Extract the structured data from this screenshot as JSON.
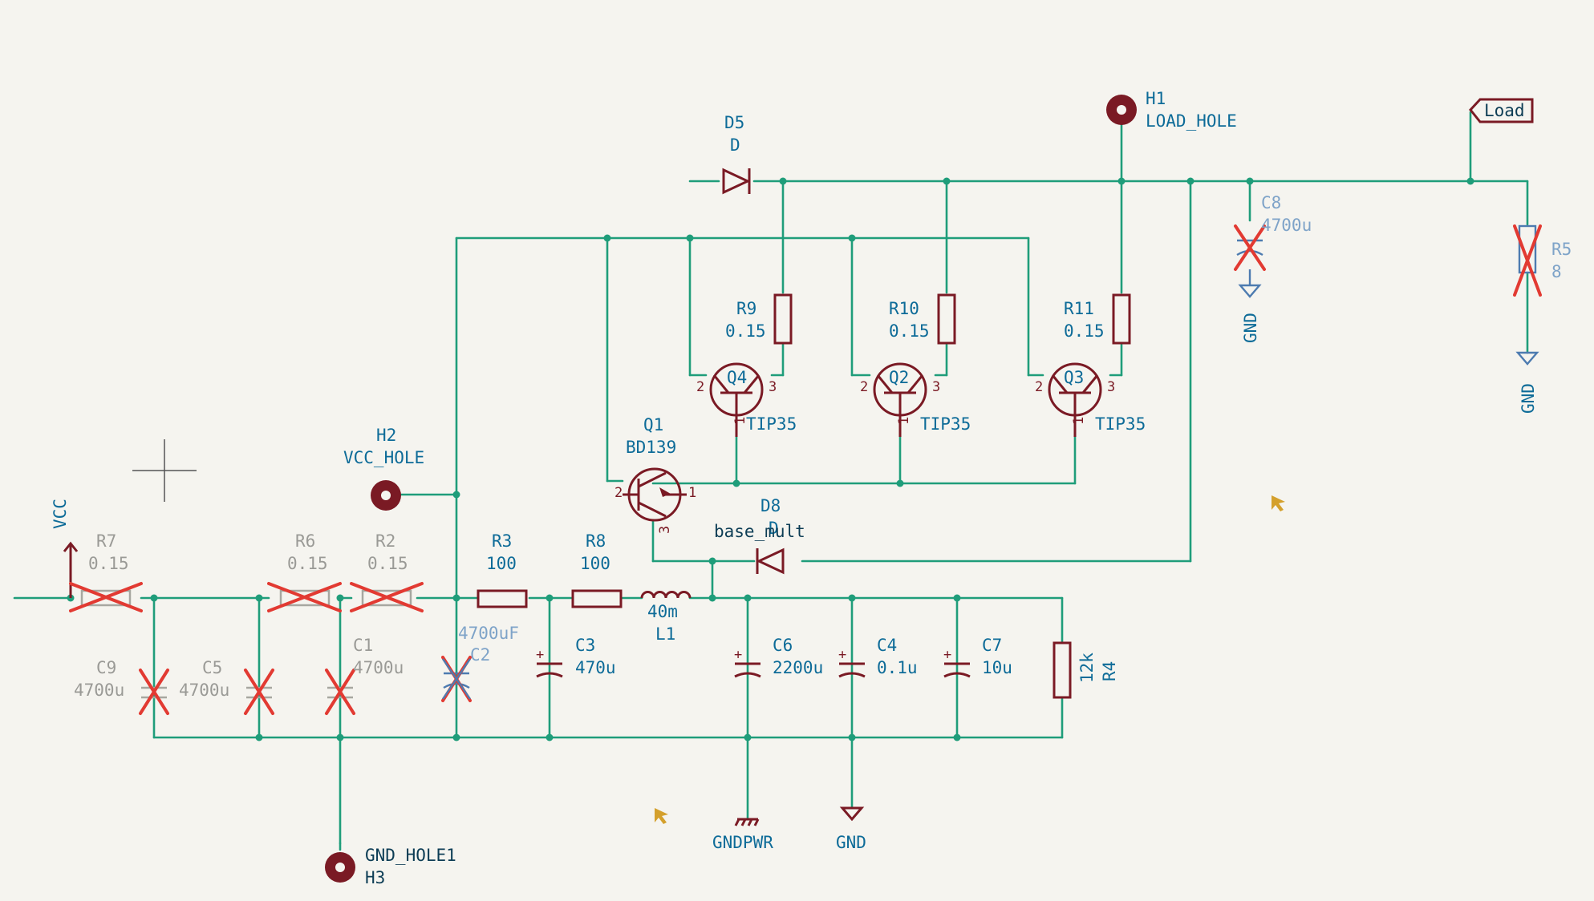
{
  "labels": {
    "vcc": "VCC",
    "r7": {
      "ref": "R7",
      "val": "0.15"
    },
    "r6": {
      "ref": "R6",
      "val": "0.15"
    },
    "r2": {
      "ref": "R2",
      "val": "0.15"
    },
    "r3": {
      "ref": "R3",
      "val": "100"
    },
    "r8": {
      "ref": "R8",
      "val": "100"
    },
    "l1": {
      "ref": "L1",
      "val": "40m"
    },
    "c9": {
      "ref": "C9",
      "val": "4700u"
    },
    "c5": {
      "ref": "C5",
      "val": "4700u"
    },
    "c1": {
      "ref": "C1",
      "val": "4700u"
    },
    "c2": {
      "ref": "C2",
      "val": "4700uF"
    },
    "c3": {
      "ref": "C3",
      "val": "470u"
    },
    "c6": {
      "ref": "C6",
      "val": "2200u"
    },
    "c4": {
      "ref": "C4",
      "val": "0.1u"
    },
    "c7": {
      "ref": "C7",
      "val": "10u"
    },
    "r4": {
      "ref": "R4",
      "val": "12k"
    },
    "c8": {
      "ref": "C8",
      "val": "4700u"
    },
    "r5": {
      "ref": "R5",
      "val": "8"
    },
    "r9": {
      "ref": "R9",
      "val": "0.15"
    },
    "r10": {
      "ref": "R10",
      "val": "0.15"
    },
    "r11": {
      "ref": "R11",
      "val": "0.15"
    },
    "q1": {
      "ref": "Q1",
      "val": "BD139"
    },
    "q2": {
      "ref": "Q2",
      "val": "TIP35"
    },
    "q3": {
      "ref": "Q3",
      "val": "TIP35"
    },
    "q4": {
      "ref": "Q4",
      "val": "TIP35"
    },
    "d5": {
      "ref": "D5",
      "val": "D"
    },
    "d8": {
      "ref": "D8",
      "val": "D"
    },
    "h1": {
      "ref": "H1",
      "val": "LOAD_HOLE"
    },
    "h2": {
      "ref": "H2",
      "val": "VCC_HOLE"
    },
    "h3": {
      "ref": "H3",
      "val": "GND_HOLE1"
    },
    "net_base_mult": "base_mult",
    "net_load": "Load",
    "gnd": "GND",
    "gndpwr": "GNDPWR",
    "pin1": "1",
    "pin2": "2",
    "pin3": "3"
  },
  "colors": {
    "wire": "#1f9d7a",
    "body": "#7a1a24",
    "label": "#0d6b98",
    "dnp_cross": "#e23a32",
    "background": "#f5f4ef"
  }
}
